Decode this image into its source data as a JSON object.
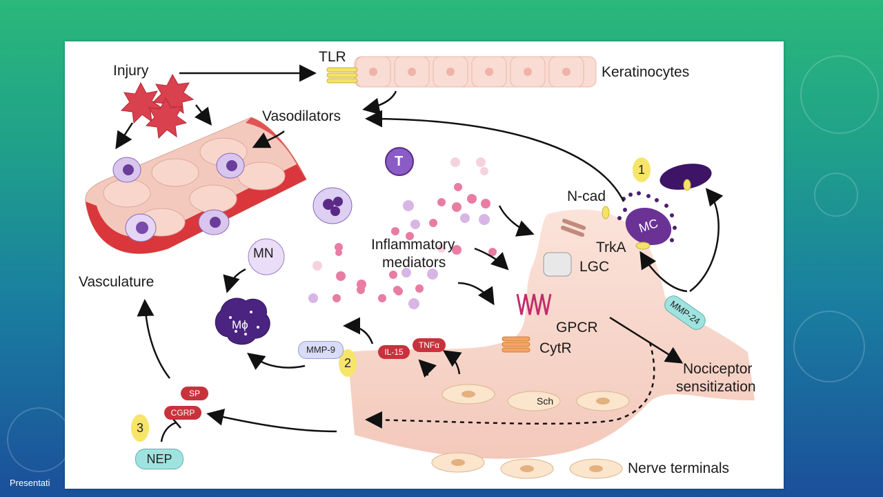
{
  "figure": {
    "labels": {
      "injury": "Injury",
      "tlr": "TLR",
      "keratinocytes": "Keratinocytes",
      "vasodilators": "Vasodilators",
      "vasculature": "Vasculature",
      "inflammatory_mediators_line1": "Inflammatory",
      "inflammatory_mediators_line2": "mediators",
      "n_cad": "N-cad",
      "trka": "TrkA",
      "lgc": "LGC",
      "gpcr": "GPCR",
      "cytr": "CytR",
      "nociceptor_line1": "Nociceptor",
      "nociceptor_line2": "sensitization",
      "nerve_terminals": "Nerve terminals",
      "mn": "MN",
      "macrophage": "Mϕ",
      "t_cell": "T",
      "mast_cell": "MC",
      "schwann": "Sch"
    },
    "mediators": {
      "mmp9": "MMP-9",
      "il15": "IL-15",
      "tnfa": "TNFα",
      "sp": "SP",
      "cgrp": "CGRP",
      "nep": "NEP",
      "mmp24": "MMP-24"
    },
    "badges": {
      "one": "1",
      "two": "2",
      "three": "3"
    }
  },
  "footer": {
    "text": "Presentati"
  },
  "colors": {
    "background_top": "#2bb87a",
    "background_bottom": "#1b4f9a",
    "skin": "#f8d8cc",
    "vessel_red": "#d93a3a",
    "purple": "#5b2a86",
    "badge_yellow": "#f7e56a",
    "pill_red": "#c8323c",
    "pill_teal": "#9fe3e0",
    "pill_lavender": "#d8dcf6"
  }
}
